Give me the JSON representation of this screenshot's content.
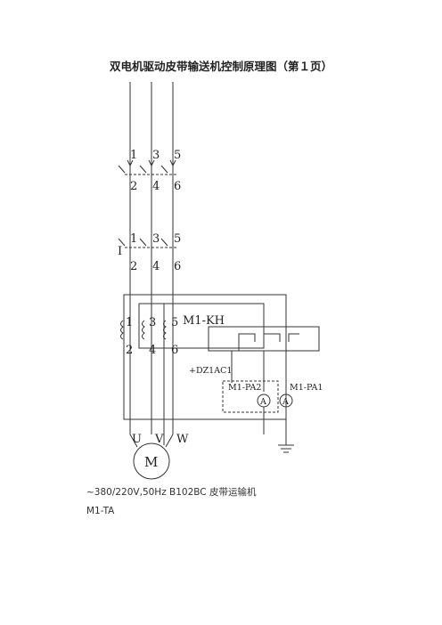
{
  "title": "双电机驱动皮带输送机控制原理图（第１页）",
  "terminals": {
    "breaker_top": [
      "1",
      "3",
      "5"
    ],
    "breaker_bottom": [
      "2",
      "4",
      "6"
    ],
    "contactor_top": [
      "1",
      "3",
      "5"
    ],
    "contactor_bottom": [
      "2",
      "4",
      "6"
    ],
    "contactor_marker": "I",
    "ct_top": [
      "1",
      "3",
      "5"
    ],
    "ct_bottom": [
      "2",
      "4",
      "6"
    ]
  },
  "labels": {
    "thermal_relay": "M1-KH",
    "ammeter_module": "+DZ1AC1",
    "ammeter_2": "M1-PA2",
    "ammeter_1": "M1-PA1",
    "ammeter_symbol": "A",
    "motor_u": "U",
    "motor_v": "V",
    "motor_w": "W",
    "motor_symbol": "M"
  },
  "captions": {
    "line1": "~380/220V,50Hz B102BC 皮带运输机",
    "line2": "M1-TA"
  }
}
